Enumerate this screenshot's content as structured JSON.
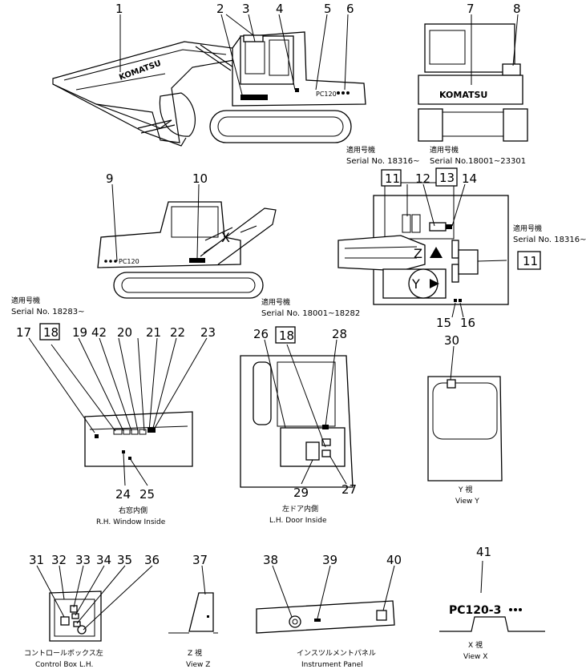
{
  "callouts": [
    "1",
    "2",
    "3",
    "4",
    "5",
    "6",
    "7",
    "8",
    "9",
    "10",
    "11",
    "12",
    "13",
    "14",
    "15",
    "16",
    "17",
    "18",
    "19",
    "42",
    "20",
    "21",
    "22",
    "23",
    "24",
    "25",
    "26",
    "18",
    "28",
    "29",
    "27",
    "30",
    "31",
    "32",
    "33",
    "34",
    "35",
    "36",
    "37",
    "38",
    "39",
    "40",
    "41"
  ],
  "boxed": {
    "b11a": "11",
    "b13": "13",
    "b11b": "11",
    "b18a": "18",
    "b18b": "18"
  },
  "serials": {
    "s1_jp": "適用号機",
    "s1_en": "Serial No. 18316~",
    "s2_jp": "適用号機",
    "s2_en": "Serial  No.18001~23301",
    "s3_jp": "適用号機",
    "s3_en": "Serial No. 18316~",
    "s4_jp": "適用号機",
    "s4_en": "Serial No. 18283~",
    "s5_jp": "適用号機",
    "s5_en": "Serial No. 18001~18282"
  },
  "brand_text": "KOMATSU",
  "model_text_side": "PC120",
  "model_label_big": "PC120-3",
  "arrows": {
    "x": "X",
    "z": "Z",
    "y": "Y"
  },
  "views": {
    "rh_window_jp": "右窓内側",
    "rh_window_en": "R.H. Window Inside",
    "lh_door_jp": "左ドア内側",
    "lh_door_en": "L.H. Door Inside",
    "view_y_jp": "Y  視",
    "view_y_en": "View Y",
    "control_box_jp": "コントロールボックス左",
    "control_box_en": "Control Box L.H.",
    "view_z_jp": "Z  視",
    "view_z_en": "View Z",
    "instrument_jp": "インスツルメントパネル",
    "instrument_en": "Instrument Panel",
    "view_x_jp": "X  視",
    "view_x_en": "View X"
  }
}
